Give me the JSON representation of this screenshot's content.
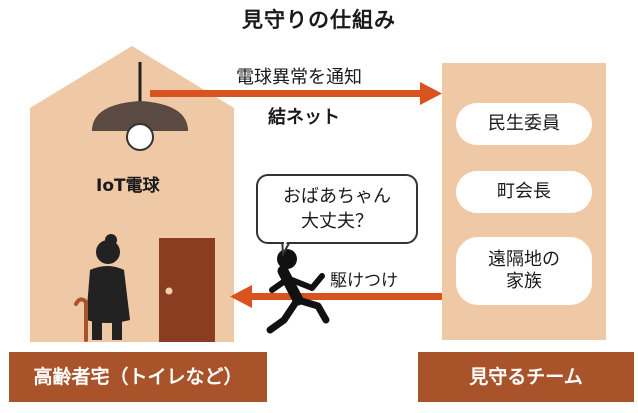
{
  "diagram": {
    "title": "見守りの仕組み",
    "house": {
      "device_label": "IoT電球",
      "caption": "高齢者宅（トイレなど）"
    },
    "team": {
      "caption": "見守るチーム",
      "members": [
        {
          "lines": [
            "民生委員"
          ]
        },
        {
          "lines": [
            "町会長"
          ]
        },
        {
          "lines": [
            "遠隔地の",
            "家族"
          ]
        }
      ]
    },
    "arrows": {
      "notify": "電球異常を通知",
      "network": "結ネット",
      "rush": "駆けつけ"
    },
    "speech_bubble": {
      "lines": [
        "おばあちゃん",
        "大丈夫？"
      ]
    },
    "colors": {
      "house_fill": "#efc9a5",
      "accent": "#a9532a",
      "arrow": "#d9531e",
      "dark": "#222222"
    }
  }
}
